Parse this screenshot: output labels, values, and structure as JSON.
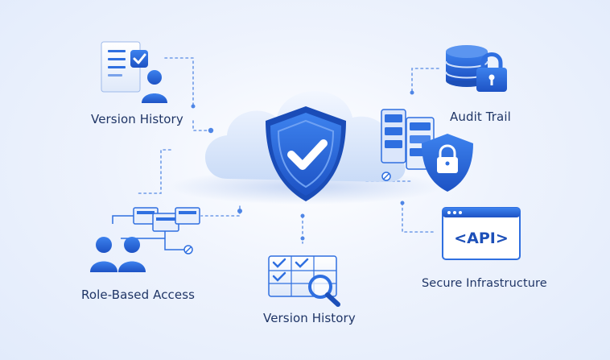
{
  "labels": {
    "version_history_top": "Version History",
    "audit_trail": "Audit Trail",
    "role_based_access": "Role-Based Access",
    "version_history_bottom": "Version History",
    "secure_infrastructure": "Secure Infrastructure",
    "api_badge": "<API>"
  },
  "icons": {
    "center": "shield-check-icon",
    "top_left": "document-user-icon",
    "top_right": "database-lock-icon",
    "mid_right": "server-lock-icon",
    "left": "user-group-network-icon",
    "bottom": "checklist-search-icon",
    "bottom_right": "api-window-icon"
  },
  "colors": {
    "primary": "#2f6fe0",
    "dark": "#1c4fb8",
    "light": "#d9e6fb",
    "text": "#1f3566",
    "connector": "#6f9be8"
  }
}
